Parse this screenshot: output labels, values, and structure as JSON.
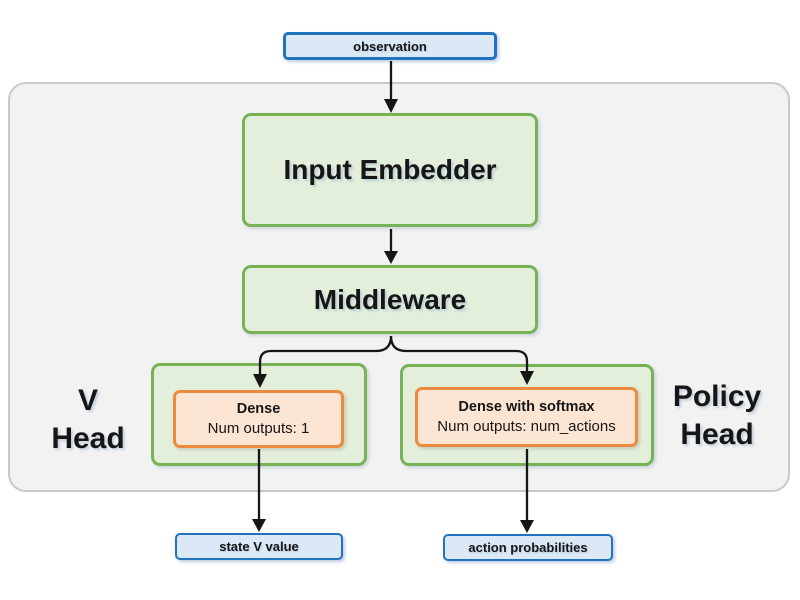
{
  "diagram": {
    "nodes": {
      "observation": {
        "label": "observation"
      },
      "input_embedder": {
        "label": "Input Embedder"
      },
      "middleware": {
        "label": "Middleware"
      },
      "v_head": {
        "group_label": "V\nHead",
        "dense": {
          "title": "Dense",
          "subtitle": "Num outputs: 1"
        }
      },
      "policy_head": {
        "group_label": "Policy\nHead",
        "dense": {
          "title": "Dense with softmax",
          "subtitle": "Num outputs: num_actions"
        }
      },
      "state_v_value": {
        "label": "state V value"
      },
      "action_probabilities": {
        "label": "action probabilities"
      }
    },
    "edges": [
      {
        "from": "observation",
        "to": "input_embedder"
      },
      {
        "from": "input_embedder",
        "to": "middleware"
      },
      {
        "from": "middleware",
        "to": "v_head_dense"
      },
      {
        "from": "middleware",
        "to": "policy_head_dense"
      },
      {
        "from": "v_head_dense",
        "to": "state_v_value"
      },
      {
        "from": "policy_head_dense",
        "to": "action_probabilities"
      }
    ],
    "colors": {
      "blue_border": "#2173bd",
      "blue_fill": "#dbe9f6",
      "green_border": "#77b254",
      "green_fill": "#e3efdb",
      "orange_border": "#ec8b3d",
      "orange_fill": "#fce5d3",
      "container_fill": "#f2f2f2",
      "container_border": "#c9c9c9",
      "arrow": "#161616",
      "text": "#161616"
    }
  }
}
